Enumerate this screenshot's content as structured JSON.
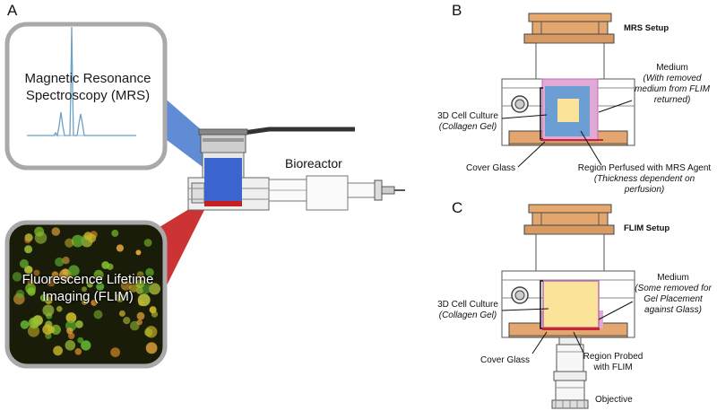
{
  "panels": {
    "a": "A",
    "b": "B",
    "c": "C"
  },
  "panel_a": {
    "mrs_line1": "Magnetic Resonance",
    "mrs_line2": "Spectroscopy (MRS)",
    "flim_line1": "Fluorescence Lifetime",
    "flim_line2": "Imaging (FLIM)",
    "bioreactor": "Bioreactor"
  },
  "panel_b": {
    "title": "MRS Setup",
    "medium": "Medium",
    "medium_note1": "(With removed",
    "medium_note2": "medium from FLIM",
    "medium_note3": "returned)",
    "culture": "3D Cell Culture",
    "culture_note": "(Collagen Gel)",
    "cover_glass": "Cover Glass",
    "region": "Region Perfused with MRS Agent",
    "region_note1": "(Thickness dependent on",
    "region_note2": "perfusion)"
  },
  "panel_c": {
    "title": "FLIM Setup",
    "medium": "Medium",
    "medium_note1": "(Some removed for",
    "medium_note2": "Gel Placement",
    "medium_note3": "against Glass)",
    "culture": "3D Cell Culture",
    "culture_note": "(Collagen Gel)",
    "cover_glass": "Cover Glass",
    "region1": "Region Probed",
    "region2": "with FLIM",
    "objective": "Objective"
  },
  "colors": {
    "mrs_blue": "#5b8fd6",
    "flim_red": "#c8282a",
    "gel_yellow": "#fbe39a",
    "medium_pink": "#e2a9d6",
    "perfused_blue": "#6b9fd3",
    "copper": "#e3a66e"
  }
}
